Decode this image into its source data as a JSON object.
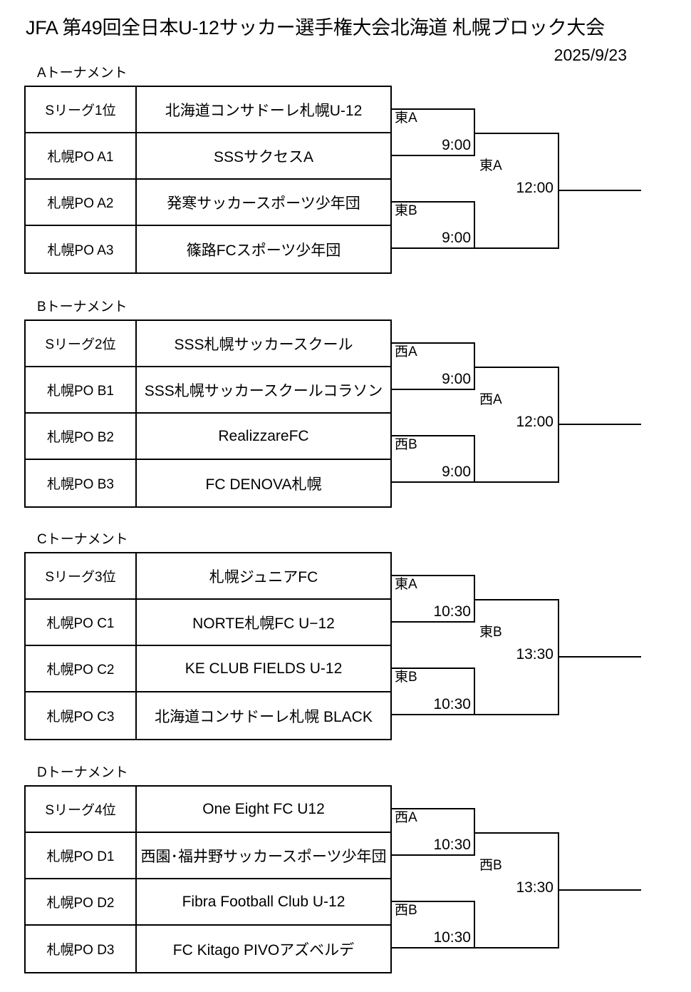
{
  "header": {
    "title": "JFA 第49回全日本U-12サッカー選手権大会北海道  札幌ブロック大会",
    "date": "2025/9/23"
  },
  "tournaments": [
    {
      "label": "Aトーナメント",
      "rows": [
        {
          "seed": "Sリーグ1位",
          "team": "北海道コンサドーレ札幌U-12"
        },
        {
          "seed": "札幌PO  A1",
          "team": "SSSサクセスA"
        },
        {
          "seed": "札幌PO  A2",
          "team": "発寒サッカースポーツ少年団"
        },
        {
          "seed": "札幌PO  A3",
          "team": "篠路FCスポーツ少年団"
        }
      ],
      "semifinals": [
        {
          "label": "東A",
          "time": "9:00"
        },
        {
          "label": "東B",
          "time": "9:00"
        }
      ],
      "final": {
        "label": "東A",
        "time": "12:00"
      }
    },
    {
      "label": "Bトーナメント",
      "rows": [
        {
          "seed": "Sリーグ2位",
          "team": "SSS札幌サッカースクール"
        },
        {
          "seed": "札幌PO  B1",
          "team": "SSS札幌サッカースクールコラソン"
        },
        {
          "seed": "札幌PO  B2",
          "team": "RealizzareFC"
        },
        {
          "seed": "札幌PO  B3",
          "team": "FC DENOVA札幌"
        }
      ],
      "semifinals": [
        {
          "label": "西A",
          "time": "9:00"
        },
        {
          "label": "西B",
          "time": "9:00"
        }
      ],
      "final": {
        "label": "西A",
        "time": "12:00"
      }
    },
    {
      "label": "Cトーナメント",
      "rows": [
        {
          "seed": "Sリーグ3位",
          "team": "札幌ジュニアFC"
        },
        {
          "seed": "札幌PO  C1",
          "team": "NORTE札幌FC  U−12"
        },
        {
          "seed": "札幌PO  C2",
          "team": "KE CLUB FIELDS U-12"
        },
        {
          "seed": "札幌PO  C3",
          "team": "北海道コンサドーレ札幌 BLACK"
        }
      ],
      "semifinals": [
        {
          "label": "東A",
          "time": "10:30"
        },
        {
          "label": "東B",
          "time": "10:30"
        }
      ],
      "final": {
        "label": "東B",
        "time": "13:30"
      }
    },
    {
      "label": "Dトーナメント",
      "rows": [
        {
          "seed": "Sリーグ4位",
          "team": "One Eight FC U12"
        },
        {
          "seed": "札幌PO  D1",
          "team": "西園･福井野サッカースポーツ少年団"
        },
        {
          "seed": "札幌PO  D2",
          "team": "Fibra Football Club U-12"
        },
        {
          "seed": "札幌PO  D3",
          "team": "FC Kitago PIVOアズベルデ"
        }
      ],
      "semifinals": [
        {
          "label": "西A",
          "time": "10:30"
        },
        {
          "label": "西B",
          "time": "10:30"
        }
      ],
      "final": {
        "label": "西B",
        "time": "13:30"
      }
    }
  ]
}
